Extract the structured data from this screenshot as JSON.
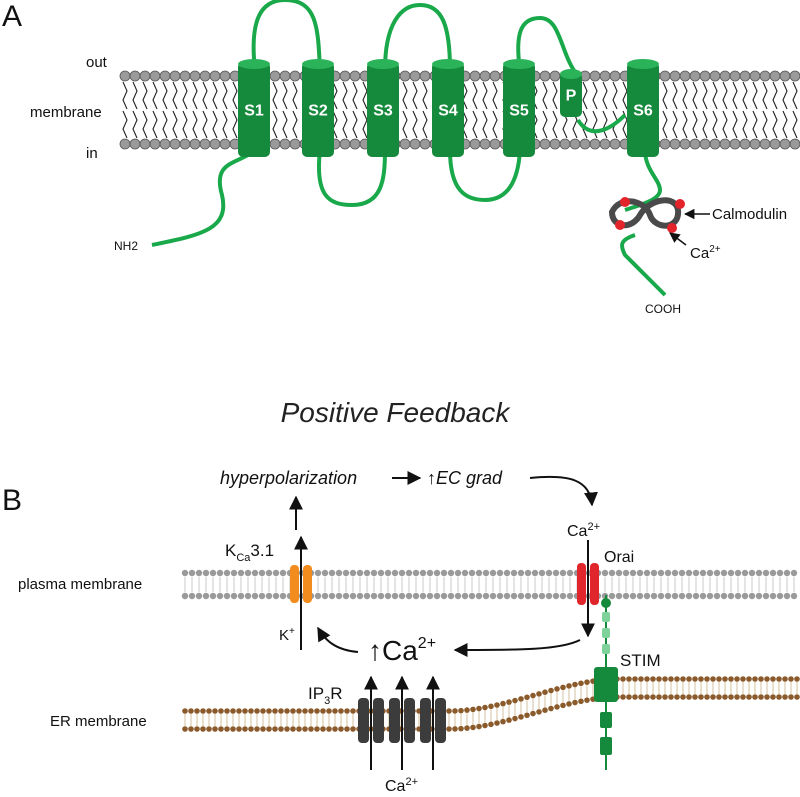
{
  "panel_a": {
    "letter": "A",
    "labels": {
      "out": "out",
      "membrane": "membrane",
      "in": "in"
    },
    "segments": [
      "S1",
      "S2",
      "S3",
      "S4",
      "S5",
      "P",
      "S6"
    ],
    "nh2": "NH2",
    "cooh": "COOH",
    "calmodulin": "Calmodulin",
    "ca": {
      "base": "Ca",
      "sup": "2+"
    }
  },
  "panel_b": {
    "letter": "B",
    "title": "Positive Feedback",
    "hyperpolarization": "hyperpolarization",
    "ec_grad": "↑EC grad",
    "kca": {
      "base": "K",
      "sub": "Ca",
      "rest": "3.1"
    },
    "orai": "Orai",
    "ca_top": {
      "base": "Ca",
      "sup": "2+"
    },
    "plasma_membrane": "plasma membrane",
    "k_plus": {
      "base": "K",
      "sup": "+"
    },
    "ca_center": {
      "base": "↑Ca",
      "sup": "2+"
    },
    "stim": "STIM",
    "ip3r": {
      "base": "IP",
      "sub": "3",
      "rest": "R"
    },
    "er_membrane": "ER membrane",
    "ca_bottom": {
      "base": "Ca",
      "sup": "2+"
    }
  },
  "colors": {
    "channel_green": "#168a3c",
    "line_green": "#19a84a",
    "lipid_grey": "#9a9a9a",
    "er_lipid": "#8b5a2b",
    "kca_orange": "#f28c1e",
    "orai_red": "#e0262c",
    "calcium_red": "#e3242b",
    "calmodulin_grey": "#4a4a4a",
    "ip3r_grey": "#3c3c3c"
  }
}
